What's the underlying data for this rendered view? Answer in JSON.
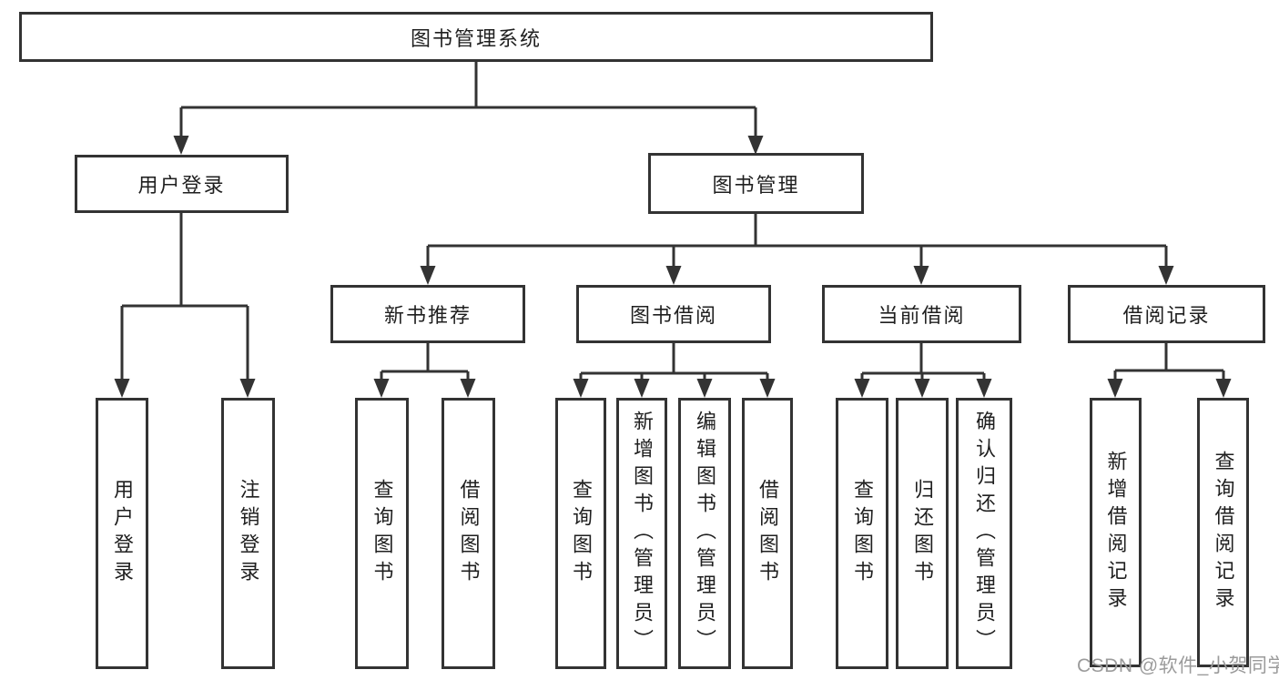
{
  "tree": {
    "root": "图书管理系统",
    "branches": [
      {
        "label": "用户登录",
        "children": [
          {
            "label": "用户登录"
          },
          {
            "label": "注销登录"
          }
        ]
      },
      {
        "label": "图书管理",
        "children": [
          {
            "label": "新书推荐",
            "children": [
              {
                "label": "查询图书"
              },
              {
                "label": "借阅图书"
              }
            ]
          },
          {
            "label": "图书借阅",
            "children": [
              {
                "label": "查询图书"
              },
              {
                "label": "新增图书（管理员）"
              },
              {
                "label": "编辑图书（管理员）"
              },
              {
                "label": "借阅图书"
              }
            ]
          },
          {
            "label": "当前借阅",
            "children": [
              {
                "label": "查询图书"
              },
              {
                "label": "归还图书"
              },
              {
                "label": "确认归还（管理员）"
              }
            ]
          },
          {
            "label": "借阅记录",
            "children": [
              {
                "label": "新增借阅记录"
              },
              {
                "label": "查询借阅记录"
              }
            ]
          }
        ]
      }
    ]
  },
  "watermark": {
    "text": "CSDN @软件_小贺同学",
    "color": "#9b9b9b"
  },
  "colors": {
    "line": "#333333",
    "box_border": "#333333",
    "text": "#1f1f1f",
    "background": "#ffffff"
  }
}
